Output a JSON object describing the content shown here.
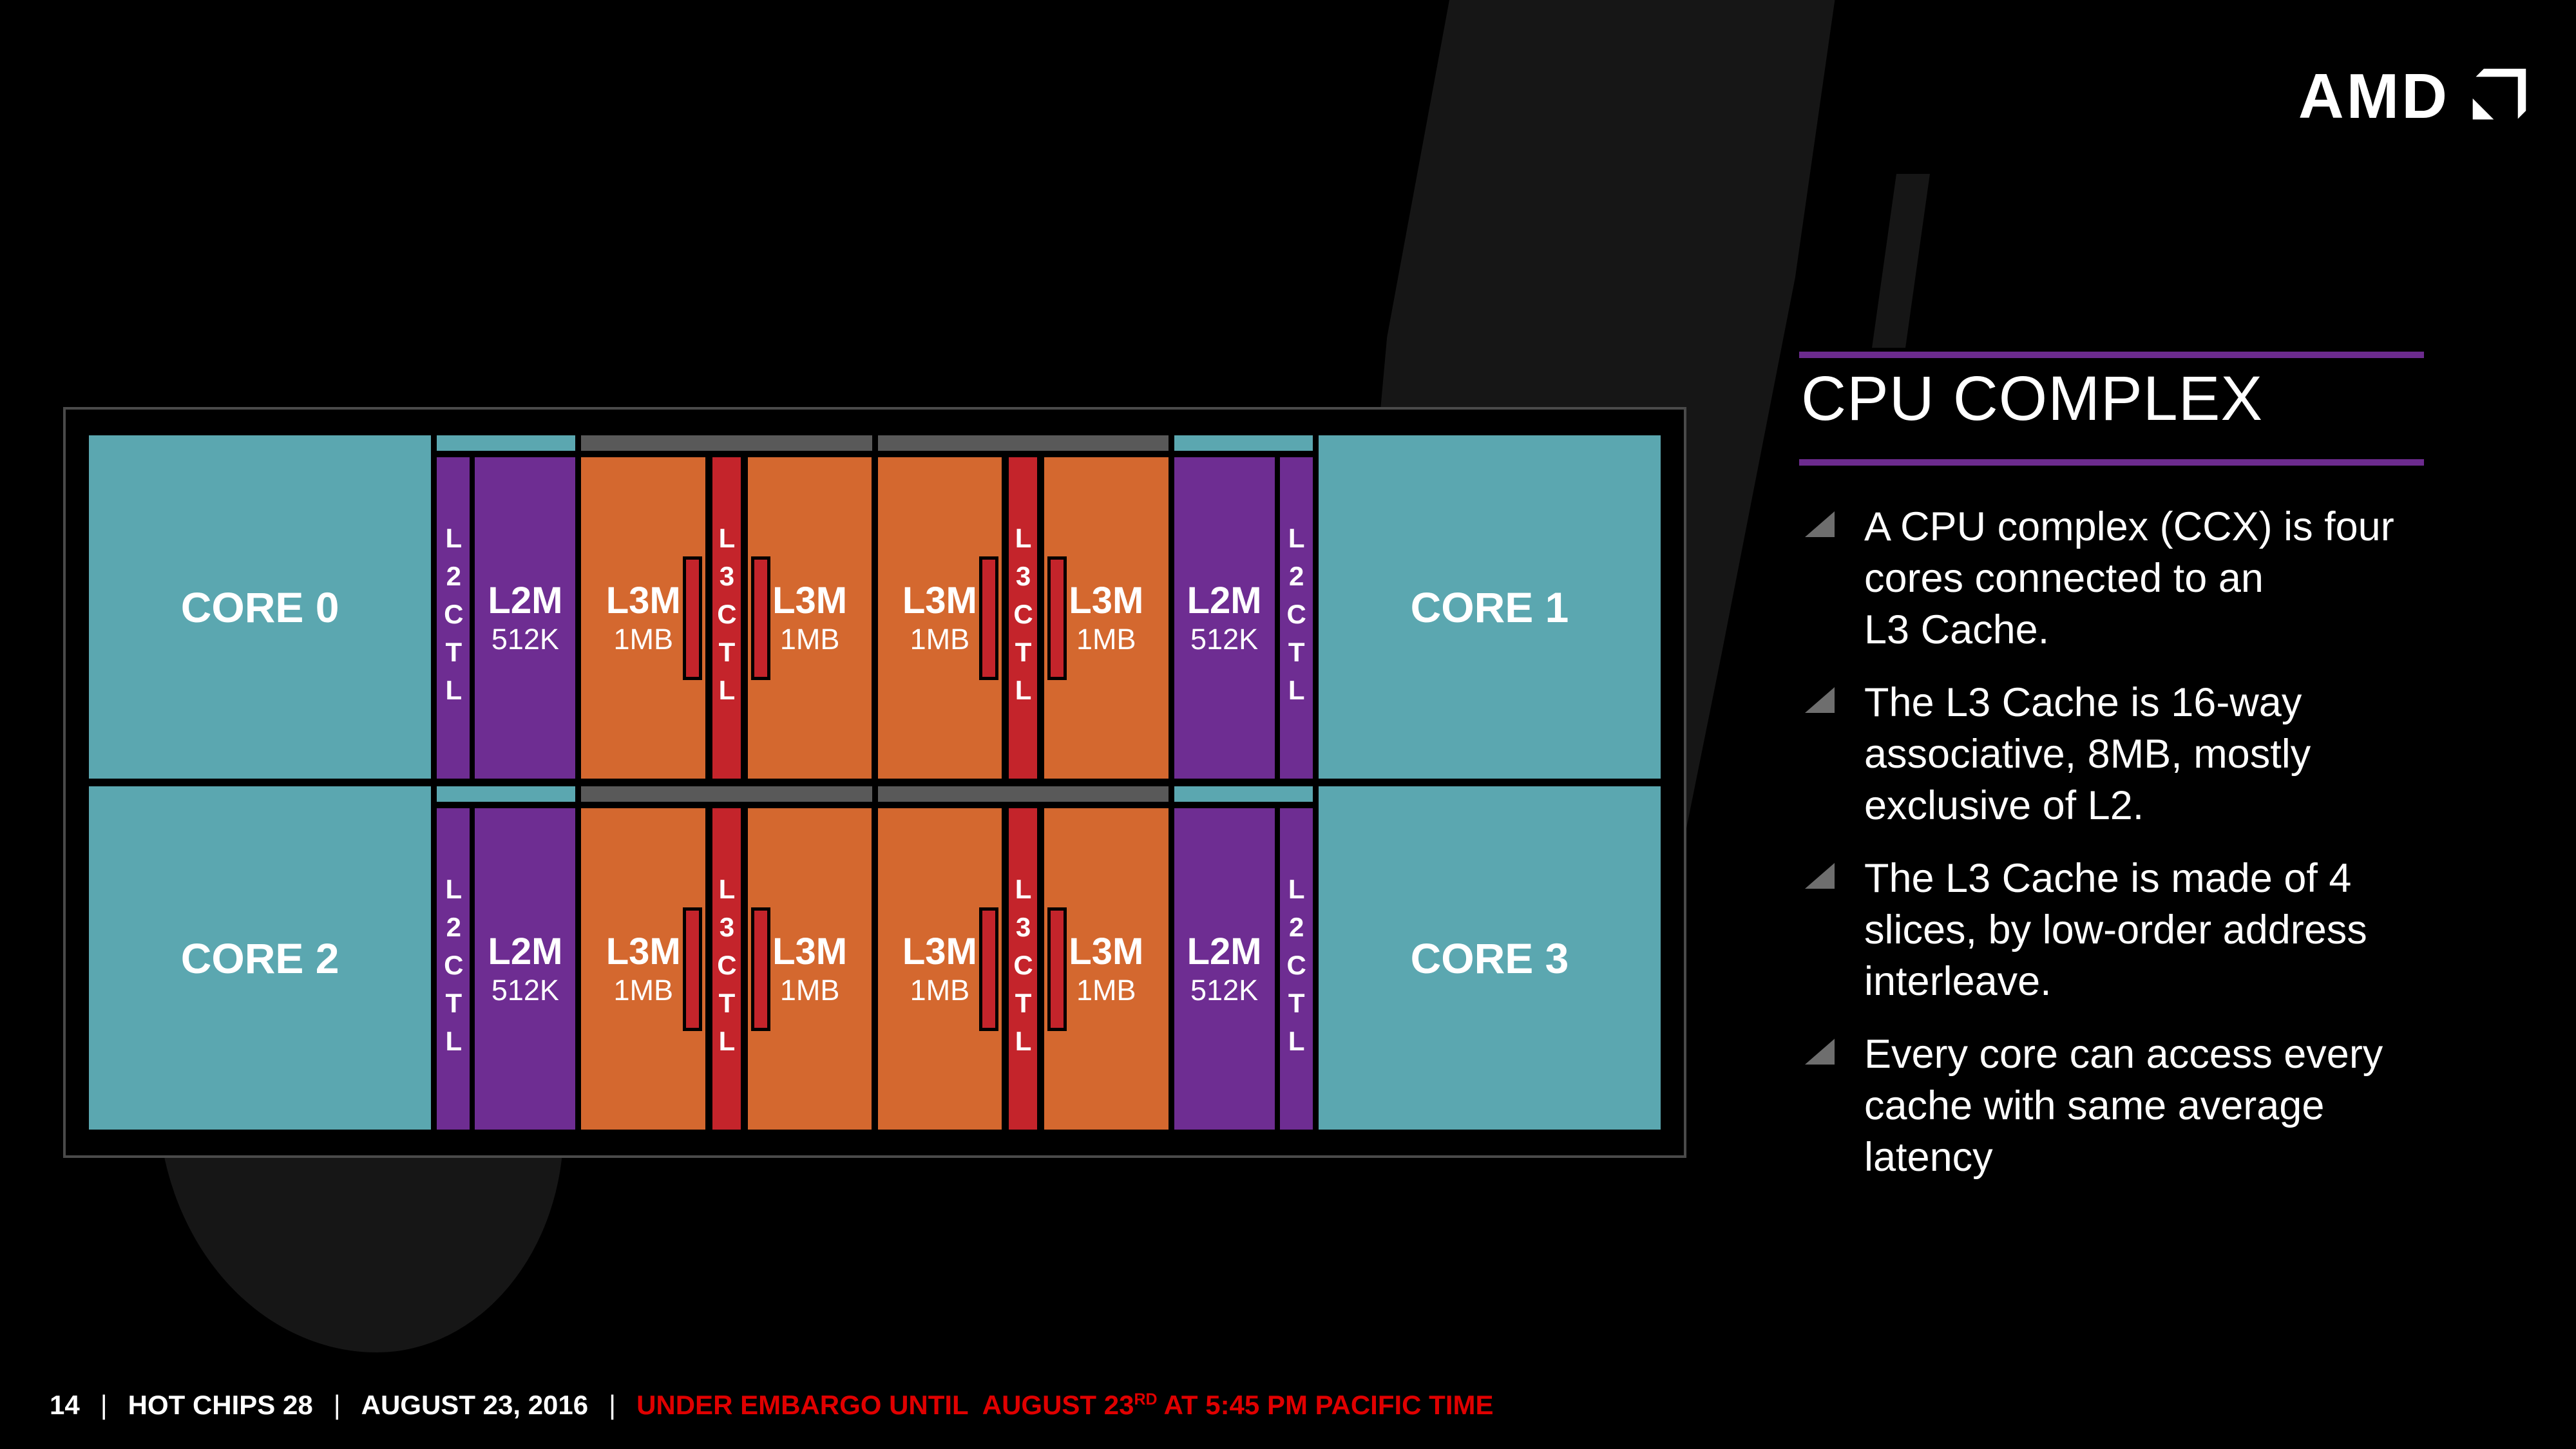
{
  "colors": {
    "background": "#000000",
    "teal": "#5BA7B0",
    "purple": "#6E2D92",
    "orange": "#D4682F",
    "red": "#C4242B",
    "strip_gray": "#595959",
    "border_gray": "#4A4A4A",
    "rule_purple": "#6C2B8E",
    "bullet_gray": "#6E6E6E",
    "footer_red": "#E00000",
    "text_white": "#FFFFFF",
    "watermark_gray": "#161616"
  },
  "logo": {
    "text": "AMD"
  },
  "panel": {
    "title": "CPU COMPLEX",
    "bullets": [
      "A CPU complex (CCX) is four\ncores connected to an\nL3 Cache.",
      "The L3 Cache is 16-way\nassociative, 8MB, mostly\nexclusive of L2.",
      "The L3 Cache is made of 4\nslices, by low-order address\ninterleave.",
      "Every core can access every\ncache with same average\nlatency"
    ]
  },
  "diagram": {
    "cores": [
      "CORE 0",
      "CORE 1",
      "CORE 2",
      "CORE 3"
    ],
    "labels": {
      "l2ctl": "L2CTL",
      "l2m": "L2M",
      "l2m_size": "512K",
      "l3m": "L3M",
      "l3m_size": "1MB",
      "l3ctl": "L3CTL"
    }
  },
  "footer": {
    "page_number": "14",
    "separator": "|",
    "event": "HOT CHIPS 28",
    "date": "AUGUST 23, 2016",
    "embargo_text": "UNDER EMBARGO UNTIL  AUGUST 23",
    "embargo_superscript": "RD",
    "embargo_tail": " AT 5:45 PM PACIFIC TIME"
  }
}
